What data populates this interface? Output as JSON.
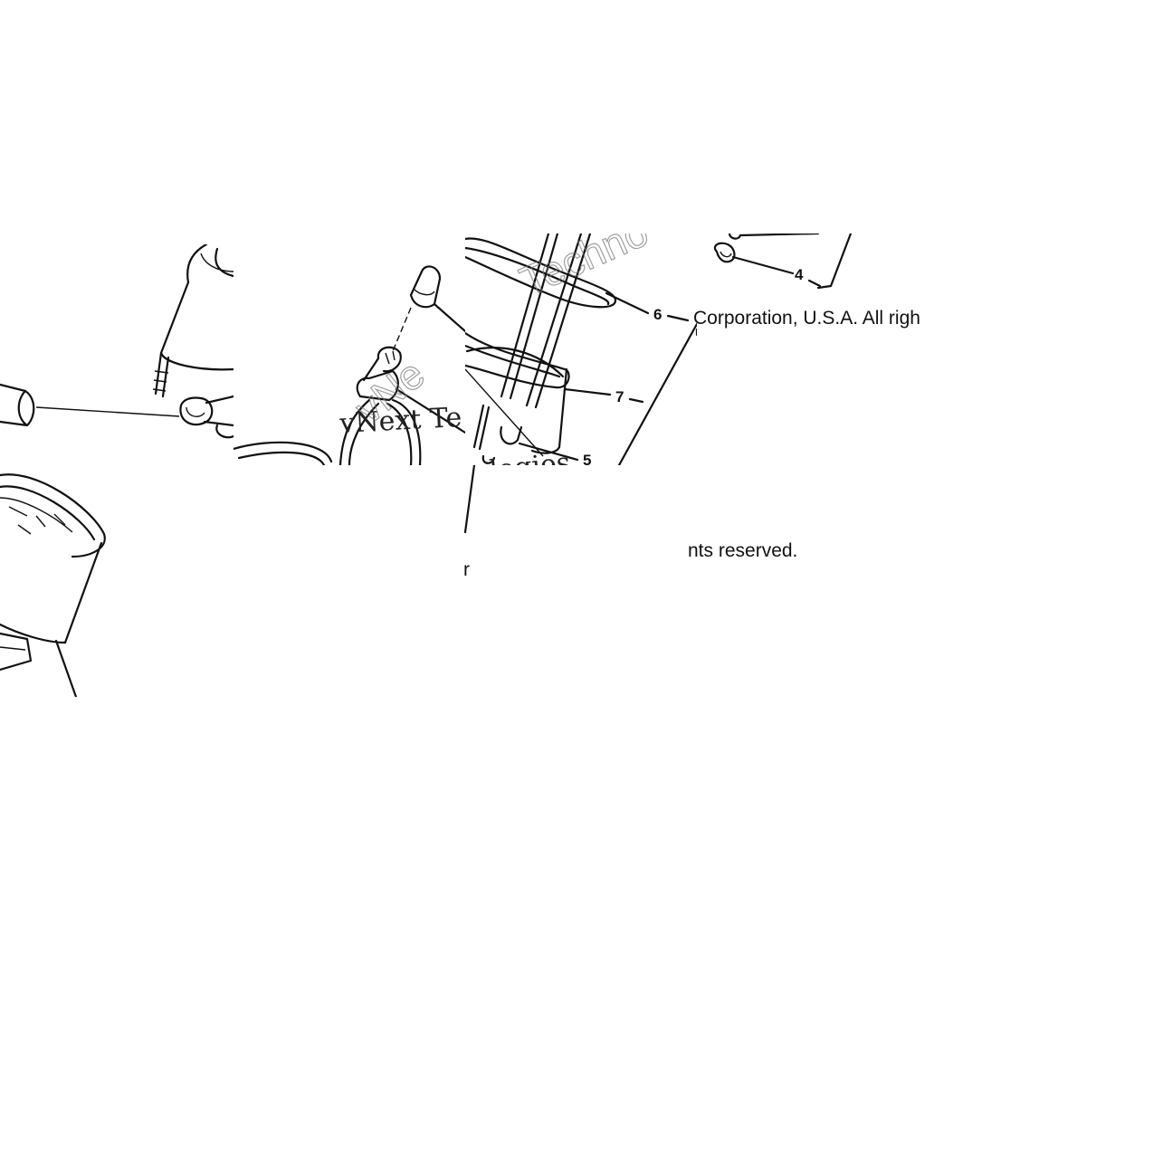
{
  "diagram": {
    "part_labels": [
      "4",
      "5",
      "6",
      "7"
    ],
    "copyright_left": "Corporation, U.S.A. All righ",
    "copyright_right": "nts reserved.",
    "copyright_fragment": "r",
    "watermark_text": "vNext Te",
    "watermark_text_2": "logies",
    "watermark_ghost": "Techno"
  }
}
